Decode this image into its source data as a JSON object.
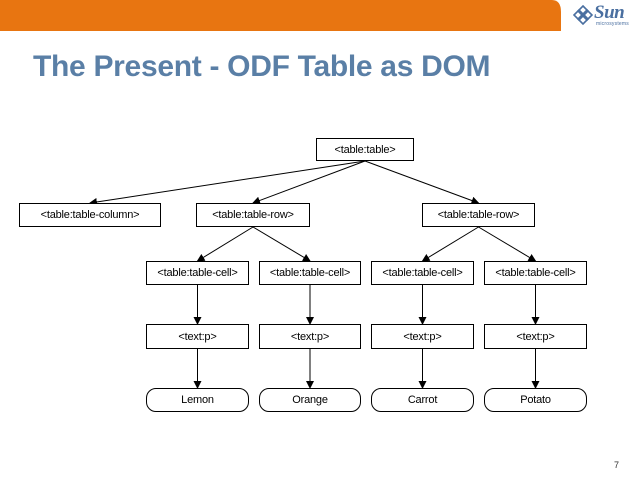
{
  "slide": {
    "title": "The Present - ODF Table as DOM",
    "page_number": "7"
  },
  "logo": {
    "word": "Sun",
    "sub": "microsystems"
  },
  "colors": {
    "topbar": "#e87511",
    "title": "#5a7fa6",
    "logo": "#4a6fa0"
  },
  "diagram": {
    "nodes": {
      "table": "<table:table>",
      "column": "<table:table-column>",
      "row1": "<table:table-row>",
      "row2": "<table:table-row>",
      "cell1": "<table:table-cell>",
      "cell2": "<table:table-cell>",
      "cell3": "<table:table-cell>",
      "cell4": "<table:table-cell>",
      "p1": "<text:p>",
      "p2": "<text:p>",
      "p3": "<text:p>",
      "p4": "<text:p>",
      "leaf1": "Lemon",
      "leaf2": "Orange",
      "leaf3": "Carrot",
      "leaf4": "Potato"
    },
    "edges": [
      [
        "table",
        "column"
      ],
      [
        "table",
        "row1"
      ],
      [
        "table",
        "row2"
      ],
      [
        "row1",
        "cell1"
      ],
      [
        "row1",
        "cell2"
      ],
      [
        "row2",
        "cell3"
      ],
      [
        "row2",
        "cell4"
      ],
      [
        "cell1",
        "p1"
      ],
      [
        "cell2",
        "p2"
      ],
      [
        "cell3",
        "p3"
      ],
      [
        "cell4",
        "p4"
      ],
      [
        "p1",
        "leaf1"
      ],
      [
        "p2",
        "leaf2"
      ],
      [
        "p3",
        "leaf3"
      ],
      [
        "p4",
        "leaf4"
      ]
    ]
  }
}
